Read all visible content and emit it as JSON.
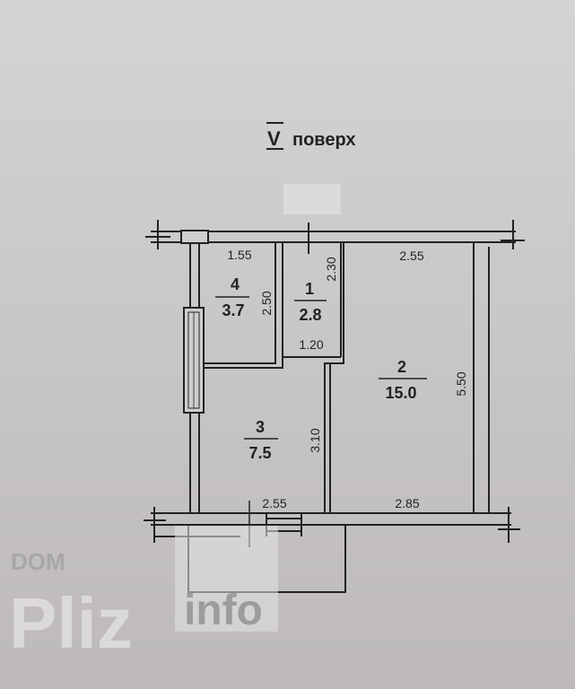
{
  "title": {
    "floor_numeral": "V",
    "floor_word": "поверх"
  },
  "rooms": [
    {
      "number": "1",
      "area": "2.8"
    },
    {
      "number": "2",
      "area": "15.0"
    },
    {
      "number": "3",
      "area": "7.5"
    },
    {
      "number": "4",
      "area": "3.7"
    }
  ],
  "dimensions": {
    "room4_width": "1.55",
    "room4_length": "2.50",
    "room1_length": "2.30",
    "room1_width": "1.20",
    "room2_top_width": "2.55",
    "room2_length": "5.50",
    "room3_length": "3.10",
    "room3_bottom_width": "2.55",
    "room2_bottom_width": "2.85"
  },
  "watermark": {
    "top": "DOM",
    "main": "Pliz",
    "suffix": "info"
  }
}
